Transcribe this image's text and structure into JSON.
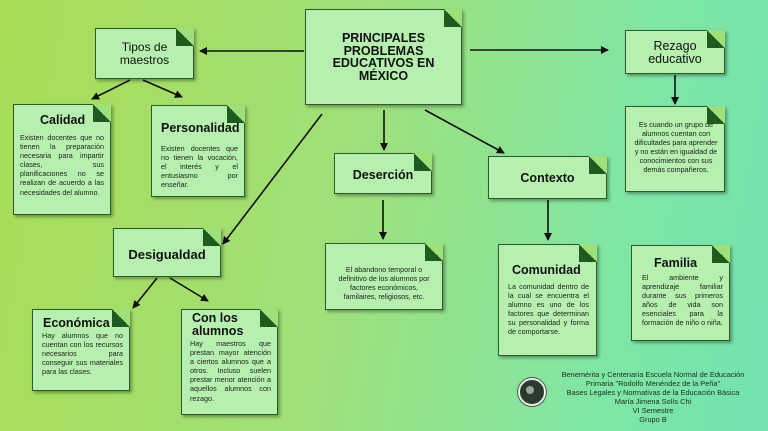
{
  "main": {
    "title": "PRINCIPALES PROBLEMAS EDUCATIVOS EN MÉXICO"
  },
  "nodes": {
    "tipos": {
      "title": "Tipos de maestros"
    },
    "calidad": {
      "title": "Calidad",
      "text": "Existen docentes que no tienen la preparación necesaria para impartir clases, sus planificaciones no se realizan de acuerdo a las necesidades del alumno."
    },
    "personalidad": {
      "title": "Personalidad",
      "text": "Existen docentes que no tienen la vocación, el interés y el entusiasmo por enseñar."
    },
    "desigualdad": {
      "title": "Desigualdad"
    },
    "economica": {
      "title": "Económica",
      "text": "Hay alumnos que no cuentan con los recursos necesarios para conseguir sus materiales para las clases."
    },
    "conalumnos": {
      "title": "Con los alumnos",
      "text": "Hay maestros que prestan mayor atención a ciertos alumnos que a otros. Incluso suelen prestar menor atención a aquellos alumnos con rezago."
    },
    "desercion": {
      "title": "Deserción",
      "text": "El abandono temporal o definitivo de los alumnos por factores económicos, familaires, religiosos, etc."
    },
    "contexto": {
      "title": "Contexto"
    },
    "comunidad": {
      "title": "Comunidad",
      "text": "La comunidad dentro de la cual se encuentra el alumno es uno de los factores que determinan su personalidad y forma de comportarse."
    },
    "familia": {
      "title": "Familia",
      "text": "El ambiente y aprendizaje familiar durante sus primeros años de vida son esenciales para la formación de niño o niña."
    },
    "rezago": {
      "title": "Rezago educativo",
      "text": "Es cuando un grupo de alumnos cuentan con dificultades para aprender y no están en igualdad de conocimientos con sus demás compañeros."
    }
  },
  "footer": {
    "line1": "Benemérita y Centenaria Escuela Normal de Educación",
    "line2": "Primaria \"Rodolfo Menéndez de la Peña\"",
    "line3": "Bases Legales y Normativas de la Educación Básica",
    "line4": "María Jimena Solís Chi",
    "line5": "VI Semestre",
    "line6": "Grupo B"
  }
}
